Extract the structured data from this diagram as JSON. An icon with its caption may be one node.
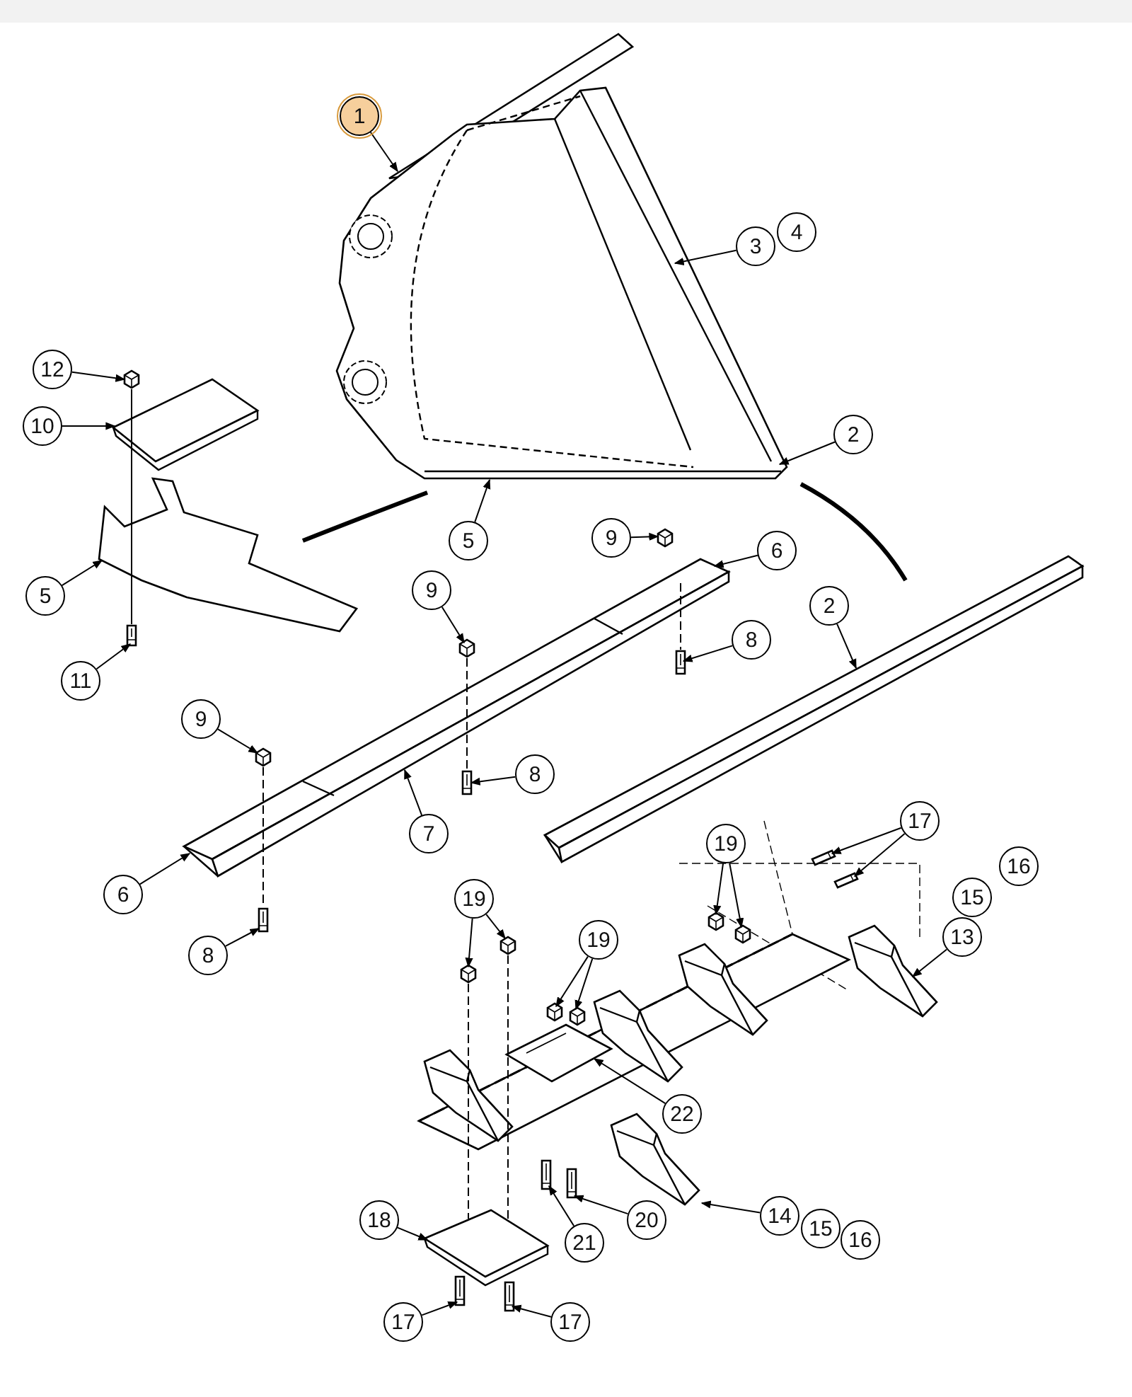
{
  "diagram": {
    "nodes": [
      {
        "text": [
          "1"
        ]
      },
      {
        "text": [
          "3"
        ]
      },
      {
        "text": [
          "12"
        ]
      },
      {
        "text": [
          "10"
        ]
      },
      {
        "text": [
          "2"
        ]
      },
      {
        "text": [
          "5"
        ]
      },
      {
        "text": [
          "9"
        ]
      },
      {
        "text": [
          "6"
        ]
      },
      {
        "text": [
          "5"
        ]
      },
      {
        "text": [
          "9"
        ]
      },
      {
        "text": [
          "2"
        ]
      },
      {
        "text": [
          "8"
        ]
      },
      {
        "text": [
          "11"
        ]
      },
      {
        "text": [
          "9"
        ]
      },
      {
        "text": [
          "8"
        ]
      },
      {
        "text": [
          "7"
        ]
      },
      {
        "text": [
          "17"
        ]
      },
      {
        "text": [
          "6"
        ]
      },
      {
        "text": [
          "19"
        ]
      },
      {
        "text": [
          "13"
        ]
      },
      {
        "text": [
          "19"
        ]
      },
      {
        "text": [
          "19"
        ]
      },
      {
        "text": [
          "8"
        ]
      },
      {
        "text": [
          "22"
        ]
      },
      {
        "text": [
          "18"
        ]
      },
      {
        "text": [
          "21"
        ]
      },
      {
        "text": [
          "20"
        ]
      },
      {
        "text": [
          "14"
        ]
      },
      {
        "text": [
          "17"
        ]
      },
      {
        "text": [
          "17"
        ]
      },
      {
        "text": [
          "4"
        ]
      },
      {
        "text": [
          "16"
        ]
      },
      {
        "text": [
          "15"
        ]
      },
      {
        "text": [
          "15"
        ]
      },
      {
        "text": [
          "16"
        ]
      },
      {
        "text": [],
        "shape": "picture"
      },
      {
        "text": [],
        "shape": "picture"
      },
      {
        "text": [],
        "shape": "picture"
      },
      {
        "text": [],
        "shape": "picture"
      },
      {
        "text": [],
        "shape": "picture"
      },
      {
        "text": [],
        "shape": "picture"
      },
      {
        "text": [],
        "shape": "picture"
      },
      {
        "text": [],
        "shape": "picture"
      },
      {
        "text": [],
        "shape": "picture"
      },
      {
        "text": [],
        "shape": "picture"
      },
      {
        "text": [],
        "shape": "picture"
      },
      {
        "text": [],
        "shape": "picture"
      },
      {
        "text": [],
        "shape": "picture"
      },
      {
        "text": [],
        "shape": "picture"
      },
      {
        "text": [],
        "shape": "picture"
      },
      {
        "text": [],
        "shape": "picture"
      },
      {
        "text": [],
        "shape": "picture"
      },
      {
        "text": [],
        "shape": "picture"
      },
      {
        "text": [],
        "shape": "picture"
      },
      {
        "text": [],
        "shape": "picture"
      },
      {
        "text": [],
        "shape": "picture"
      },
      {
        "text": [],
        "shape": "picture"
      },
      {
        "text": [],
        "shape": "picture"
      },
      {
        "text": [],
        "shape": "picture"
      },
      {
        "text": [],
        "shape": "picture"
      },
      {
        "text": [],
        "shape": "picture"
      },
      {
        "text": [],
        "shape": "picture"
      },
      {
        "text": [],
        "shape": "picture"
      },
      {
        "text": [],
        "shape": "picture"
      },
      {
        "text": [],
        "shape": "picture",
        "in": 57
      },
      {
        "text": [],
        "shape": "picture",
        "in": 57
      },
      {
        "text": [],
        "shape": "picture",
        "in": 57
      },
      {
        "text": [],
        "shape": "picture",
        "in": 57
      }
    ],
    "edges": [
      {
        "from": 0,
        "to": 35,
        "arrow": "to"
      },
      {
        "from": 1,
        "to": 35,
        "arrow": "to"
      },
      {
        "from": 2,
        "to": 36,
        "arrow": "to"
      },
      {
        "from": 3,
        "to": 37,
        "arrow": "to"
      },
      {
        "from": 4,
        "to": 35,
        "arrow": "to"
      },
      {
        "from": 5,
        "to": 35,
        "arrow": "to"
      },
      {
        "from": 6,
        "to": 40,
        "arrow": "to"
      },
      {
        "from": 7,
        "to": 41,
        "arrow": "to"
      },
      {
        "from": 8,
        "to": 38,
        "arrow": "to"
      },
      {
        "from": 9,
        "to": 42,
        "arrow": "to"
      },
      {
        "from": 10,
        "to": 47,
        "arrow": "to"
      },
      {
        "from": 11,
        "to": 44,
        "arrow": "to"
      },
      {
        "from": 12,
        "to": 39,
        "arrow": "to"
      },
      {
        "from": 13,
        "to": 43,
        "arrow": "to"
      },
      {
        "from": 14,
        "to": 45,
        "arrow": "to"
      },
      {
        "from": 15,
        "to": 41,
        "arrow": "to"
      },
      {
        "from": 16,
        "to": 48,
        "arrow": "to"
      },
      {
        "from": 16,
        "to": 49,
        "arrow": "to"
      },
      {
        "from": 17,
        "to": 41,
        "arrow": "to"
      },
      {
        "from": 18,
        "to": 50,
        "arrow": "to"
      },
      {
        "from": 18,
        "to": 51,
        "arrow": "to"
      },
      {
        "from": 19,
        "to": 52,
        "arrow": "to"
      },
      {
        "from": 20,
        "to": 53,
        "arrow": "to"
      },
      {
        "from": 20,
        "to": 54,
        "arrow": "to"
      },
      {
        "from": 21,
        "to": 55,
        "arrow": "to"
      },
      {
        "from": 21,
        "to": 56,
        "arrow": "to"
      },
      {
        "from": 22,
        "to": 46,
        "arrow": "to"
      },
      {
        "from": 23,
        "to": 64,
        "arrow": "to"
      },
      {
        "from": 24,
        "to": 58,
        "arrow": "to"
      },
      {
        "from": 25,
        "to": 59,
        "arrow": "to"
      },
      {
        "from": 26,
        "to": 60,
        "arrow": "to"
      },
      {
        "from": 27,
        "to": 61,
        "arrow": "to"
      },
      {
        "from": 28,
        "to": 62,
        "arrow": "to"
      },
      {
        "from": 29,
        "to": 63,
        "arrow": "to"
      },
      {
        "from": 36,
        "to": 39,
        "arrow": "none"
      },
      {
        "from": 41,
        "to": 44,
        "arrow": "none",
        "style": "dashed"
      },
      {
        "from": 42,
        "to": 45,
        "arrow": "none",
        "style": "dashed"
      },
      {
        "from": 43,
        "to": 46,
        "arrow": "none",
        "style": "dashed"
      },
      {
        "from": 53,
        "to": 58,
        "arrow": "none",
        "style": "dashed"
      },
      {
        "from": 54,
        "to": 58,
        "arrow": "none",
        "style": "dashed"
      }
    ]
  }
}
